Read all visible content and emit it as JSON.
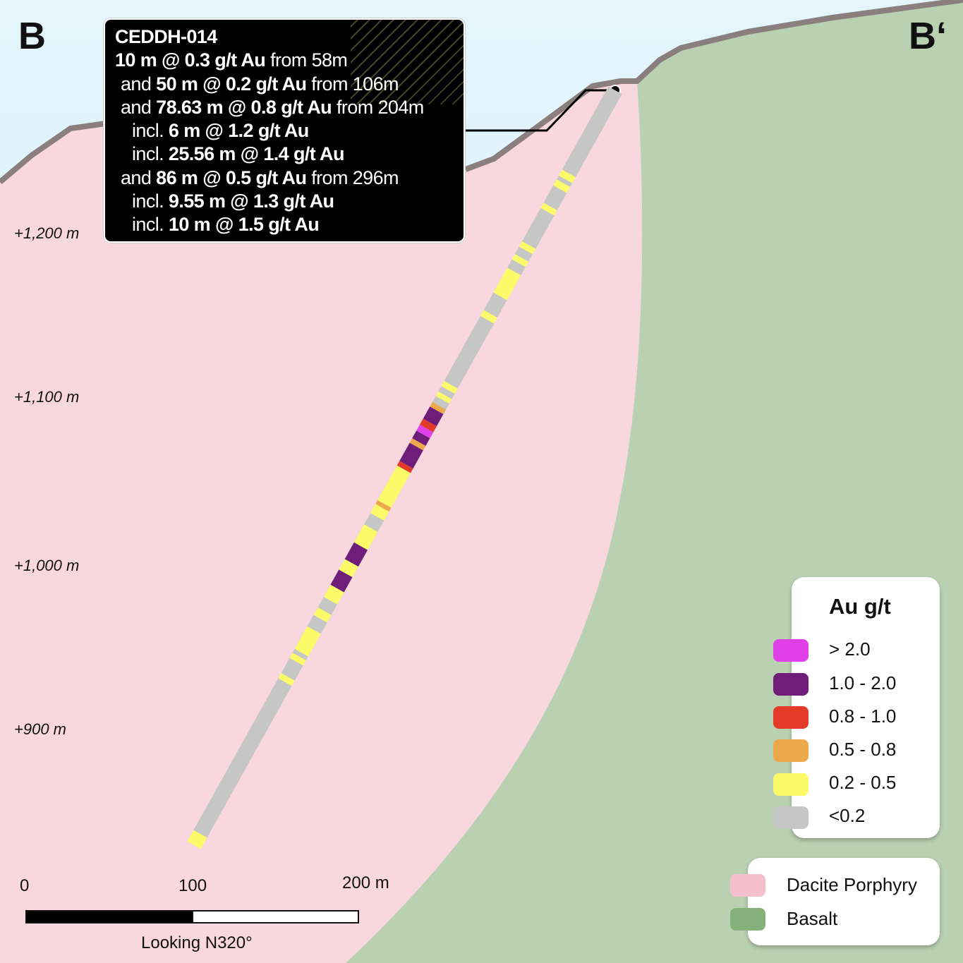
{
  "section": {
    "left_label": "B",
    "right_label": "B‘",
    "elevations": [
      "+1,200 m",
      "+1,100 m",
      "+1,000 m",
      "+900 m"
    ]
  },
  "callout": {
    "hole_id": "CEDDH-014",
    "intercepts": [
      {
        "prefix": "",
        "interval": "10 m @ 0.3 g/t Au",
        "suffix": " from 58m"
      },
      {
        "prefix": "and ",
        "interval": "50 m @ 0.2 g/t Au",
        "suffix": " from 106m"
      },
      {
        "prefix": "and ",
        "interval": "78.63 m @ 0.8 g/t Au",
        "suffix": " from 204m"
      },
      {
        "prefix": "incl. ",
        "interval": "6 m @ 1.2 g/t Au",
        "suffix": ""
      },
      {
        "prefix": "incl. ",
        "interval": "25.56 m @ 1.4 g/t Au",
        "suffix": ""
      },
      {
        "prefix": "and ",
        "interval": "86 m @ 0.5 g/t Au",
        "suffix": " from 296m"
      },
      {
        "prefix": "incl. ",
        "interval": "9.55 m @ 1.3 g/t Au",
        "suffix": ""
      },
      {
        "prefix": "incl. ",
        "interval": "10 m @ 1.5 g/t Au",
        "suffix": ""
      }
    ]
  },
  "grade_legend": {
    "title": "Au g/t",
    "items": [
      {
        "label": "> 2.0",
        "color": "#e040e8"
      },
      {
        "label": "1.0 - 2.0",
        "color": "#6e1d78"
      },
      {
        "label": "0.8 - 1.0",
        "color": "#e33a2a"
      },
      {
        "label": "0.5 - 0.8",
        "color": "#eda84c"
      },
      {
        "label": "0.2 - 0.5",
        "color": "#fbfb6a"
      },
      {
        "label": "<0.2",
        "color": "#c6c6c6"
      }
    ]
  },
  "lithology_legend": {
    "items": [
      {
        "label": "Dacite Porphyry",
        "color": "#f4c0cb"
      },
      {
        "label": "Basalt",
        "color": "#86b07a"
      }
    ]
  },
  "scale": {
    "ticks": [
      "0",
      "100",
      "200 m"
    ],
    "view_direction": "Looking N320°"
  },
  "colors": {
    "sky": "#e6f6fb",
    "dacite": "#f9d7de",
    "basalt": "#b9d0b1",
    "surface": "#8a7e7e"
  }
}
